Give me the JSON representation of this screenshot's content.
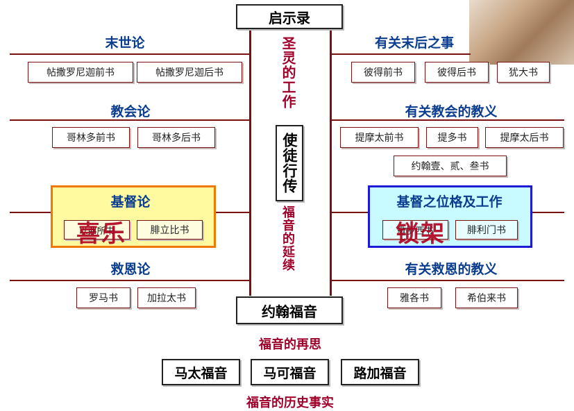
{
  "center": {
    "top_title": "启示录",
    "vert_top": "圣灵的工作",
    "vert_mid": "使徒行传",
    "vert_bottom": "福音的延续",
    "bottom_title": "约翰福音"
  },
  "left": {
    "sections": [
      {
        "heading": "末世论",
        "books": [
          "帖撒罗尼迦前书",
          "帖撒罗尼迦后书"
        ]
      },
      {
        "heading": "教会论",
        "books": [
          "哥林多前书",
          "哥林多后书"
        ]
      },
      {
        "heading": "基督论",
        "books": [
          "以弗所书",
          "腓立比书"
        ],
        "overlay": "喜乐"
      },
      {
        "heading": "救恩论",
        "books": [
          "罗马书",
          "加拉太书"
        ]
      }
    ]
  },
  "right": {
    "sections": [
      {
        "heading": "有关末后之事",
        "books": [
          "彼得前书",
          "彼得后书",
          "犹大书"
        ]
      },
      {
        "heading": "有关教会的教义",
        "books": [
          "提摩太前书",
          "提多书",
          "提摩太后书",
          "约翰壹、贰、叁书"
        ]
      },
      {
        "heading": "基督之位格及工作",
        "books": [
          "歌罗西书",
          "腓利门书"
        ],
        "overlay": "锁架"
      },
      {
        "heading": "有关救恩的教义",
        "books": [
          "雅各书",
          "希伯来书"
        ]
      }
    ]
  },
  "bottom": {
    "caption_top": "福音的再思",
    "gospels": [
      "马太福音",
      "马可福音",
      "路加福音"
    ],
    "caption_bottom": "福音的历史事实"
  },
  "colors": {
    "line": "#7a1010",
    "heading": "#0a3d8f",
    "accent_red": "#a0002a",
    "christ_left_fill": "#fffaa0",
    "christ_left_border": "#f07800",
    "christ_right_fill": "#c8fbff",
    "christ_right_border": "#1a1ad8"
  }
}
